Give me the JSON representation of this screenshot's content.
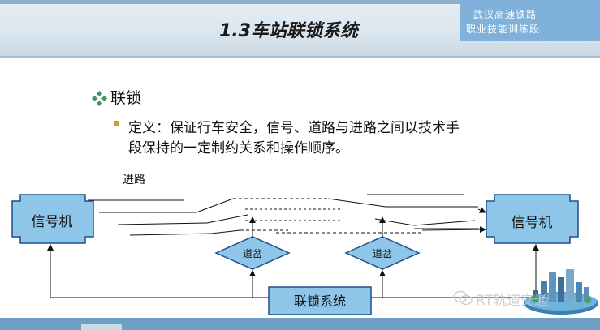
{
  "header": {
    "title": "1.3车站联锁系统",
    "corner_line1": "武汉高速铁路",
    "corner_line2": "职业技能训练段"
  },
  "body": {
    "heading": "联锁",
    "definition_line1": "定义：保证行车安全，信号、道路与进路之间以技术手",
    "definition_line2": "段保持的一定制约关系和操作顺序。",
    "route_label": "进路"
  },
  "diagram": {
    "left_signal": "信号机",
    "right_signal": "信号机",
    "left_switch": "道岔",
    "right_switch": "道岔",
    "interlocking": "联锁系统"
  },
  "watermark": {
    "text": "RT轨道交通",
    "icon": "wechat-icon"
  },
  "colors": {
    "box_fill": "#8ec6ea",
    "box_stroke": "#1f4f86",
    "title_band": "#dbe6ef",
    "corner_box": "#7fb1db",
    "bottom_bar": "#6e9fc5",
    "bullet": "#c8a032"
  }
}
